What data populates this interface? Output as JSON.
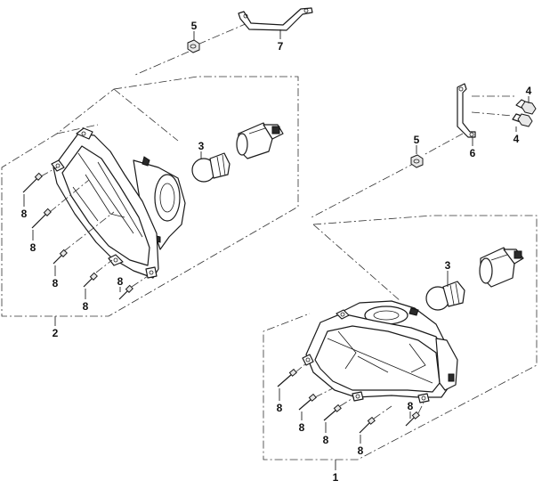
{
  "callouts": {
    "c1": "1",
    "c2": "2",
    "c3_left": "3",
    "c3_right": "3",
    "c4_top": "4",
    "c4_bottom": "4",
    "c5_left": "5",
    "c5_right": "5",
    "c6": "6",
    "c7": "7",
    "c8": [
      "8",
      "8",
      "8",
      "8",
      "8",
      "8",
      "8",
      "8",
      "8",
      "8"
    ]
  }
}
